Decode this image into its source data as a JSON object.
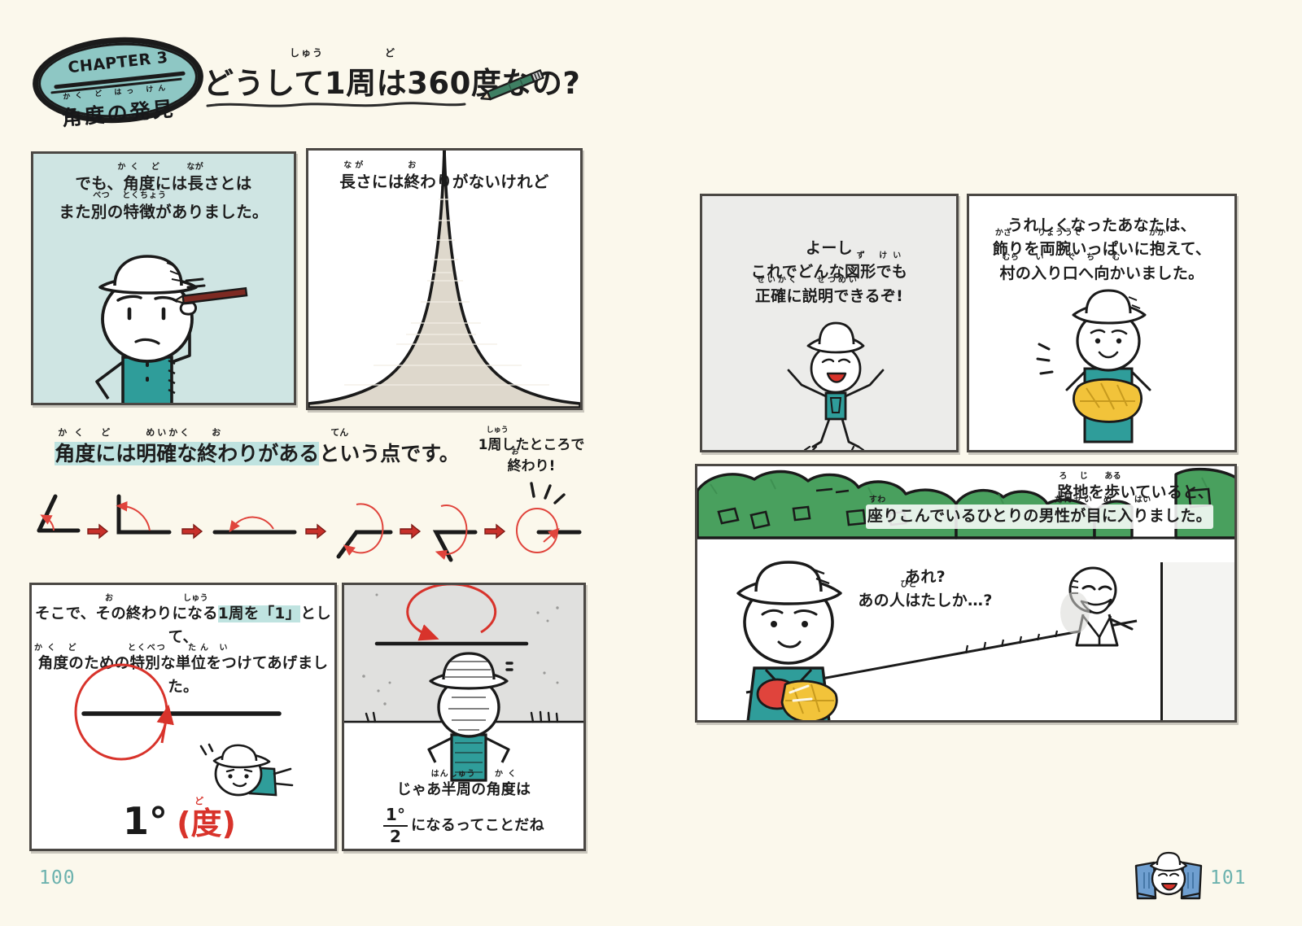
{
  "header": {
    "chapter_label": "CHAPTER 3",
    "chapter_title": "角度の発見",
    "chapter_title_ruby": "かく ど    はっ けん",
    "page_title": "どうして1周は360度なの?",
    "page_title_ruby_1": "しゅう",
    "page_title_ruby_2": "ど",
    "pencil_icon": "pencil-icon"
  },
  "left_page": {
    "panel_hat_man": {
      "caption_line_1": "でも、角度には長さとは",
      "caption_line_2": "また別の特徴がありました。",
      "ruby_kakudo": "かく ど",
      "ruby_naga": "なが",
      "ruby_betsu": "べつ",
      "ruby_tokuchou": "とくちょう",
      "background_color": "#cfe5e3",
      "character": "man-with-hat-holding-pencil"
    },
    "panel_spire": {
      "caption": "長さには終わりがないけれど",
      "ruby_naga": "なが",
      "ruby_o": "お",
      "figure": "infinite-spire-asymptote",
      "fill_color": "#ded8cc"
    },
    "key_sentence": {
      "text": "角度には明確な終わりがあるという点です。",
      "highlight": "角度には明確な終わりがある",
      "ruby_kakudo": "かく ど",
      "ruby_meikaku": "めいかく",
      "ruby_o": "お",
      "ruby_ten": "てん"
    },
    "end_note": {
      "line_1": "1周したところで",
      "line_2": "終わり!",
      "ruby_shuu": "しゅう",
      "ruby_o": "お"
    },
    "angle_progression": {
      "steps": [
        "acute-angle",
        "right-angle",
        "straight-angle",
        "reflex-angle",
        "larger-reflex-angle",
        "full-circle"
      ],
      "arrow_count": 5,
      "arc_color": "#e0443c"
    },
    "panel_unit": {
      "caption_line_1": "そこで、その終わりになる1周を「1」として、",
      "caption_line_2": "角度のための特別な単位をつけてあげました。",
      "highlight": "1周を「1」",
      "ruby_o": "お",
      "ruby_shuu": "しゅう",
      "ruby_kakudo": "かく ど",
      "ruby_tokubetsu": "とくべつ",
      "ruby_tanni": "たん い",
      "unit_value": "1°",
      "unit_name": "(度)",
      "unit_ruby": "ど",
      "unit_color": "#d8332b",
      "figure": "red-circle-crossing-line",
      "character": "man-with-hat-pointing"
    },
    "panel_half": {
      "caption_line_1": "じゃあ半周の角度は",
      "caption_line_2_numerator": "1°",
      "caption_line_2_denominator": "2",
      "caption_line_2_rest": "になるってことだね",
      "ruby_hanshuu": "はんしゅう",
      "ruby_kakudo": "かく ど",
      "background_color": "#e3e3e1",
      "figure": "half-turn-arrow-over-line",
      "character": "man-with-hat-front"
    },
    "page_number": "100"
  },
  "right_page": {
    "panel_yosh": {
      "caption_line_1": "よーし",
      "caption_line_2": "これでどんな図形でも",
      "caption_line_3": "正確に説明できるぞ!",
      "ruby_zukei": "ず けい",
      "ruby_seikaku": "せいかく",
      "ruby_setsumei": "せつめい",
      "background_color": "#ececea",
      "character": "man-with-hat-cheering"
    },
    "panel_happy": {
      "caption_line_1": "うれしくなったあなたは、",
      "caption_line_2": "飾りを両腕いっぱいに抱えて、",
      "caption_line_3": "村の入り口へ向かいました。",
      "ruby_kazari": "かざ",
      "ruby_ryouude": "りょううで",
      "ruby_kaka": "かか",
      "ruby_mura": "むら",
      "ruby_iriguchi": "い   ぐち",
      "ruby_mu": "む",
      "character": "man-carrying-yellow-decorations"
    },
    "panel_street": {
      "caption_line_1": "路地を歩いていると、",
      "caption_line_2": "座りこんでいるひとりの男性が目に入りました。",
      "ruby_roji": "ろ  じ",
      "ruby_aru": "ある",
      "ruby_suwa": "すわ",
      "ruby_dansei": "だんせい",
      "ruby_me": "め",
      "ruby_hai": "はい",
      "dialogue_line_1": "あれ?",
      "dialogue_line_2": "あの人はたしか…?",
      "ruby_hito": "ひと",
      "hedge_color": "#49a05e",
      "characters": [
        "man-with-hat-walking",
        "seated-bearded-man"
      ]
    },
    "page_number": "101",
    "footer_mascot": "mascot-icon"
  }
}
